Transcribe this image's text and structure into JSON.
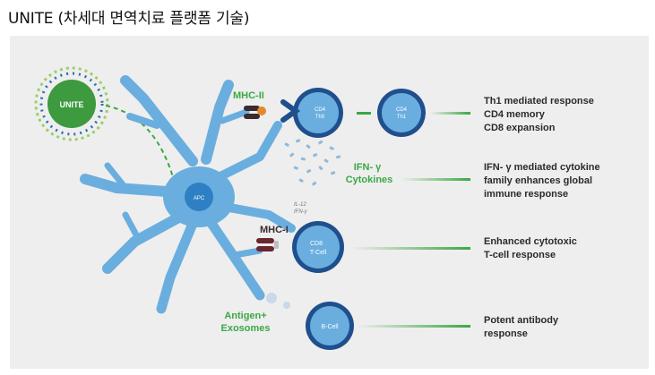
{
  "header": {
    "title": "UNITE (차세대 면역치료 플랫폼 기술)"
  },
  "diagram": {
    "unite_label": "UNITE",
    "apc_label": "APC",
    "mhc2_label": "MHC-II",
    "mhc1_label": "MHC-I",
    "cd4_th0": [
      "CD4",
      "Th0"
    ],
    "cd4_th1": [
      "CD4",
      "Th1"
    ],
    "cd8_tcell": [
      "CD8",
      "T-Cell"
    ],
    "bcell_label": "B-Cell",
    "ifn_label": [
      "IFN- γ",
      "Cytokines"
    ],
    "il_label": [
      "IL-12",
      "IFN-γ"
    ],
    "antigen_label": [
      "Antigen+",
      "Exosomes"
    ],
    "outcomes": {
      "th1": [
        "Th1 mediated response",
        "CD4 memory",
        "CD8 expansion"
      ],
      "ifn": [
        "IFN- γ mediated cytokine",
        "family enhances global",
        "immune response"
      ],
      "cd8": [
        "Enhanced cytotoxic",
        "T-cell response"
      ],
      "bcell": [
        "Potent antibody",
        "response"
      ]
    },
    "colors": {
      "cell_blue": "#6aaedf",
      "cell_dark": "#1f4f8c",
      "green": "#3aa843",
      "text_dark": "#2b2b2b"
    }
  }
}
